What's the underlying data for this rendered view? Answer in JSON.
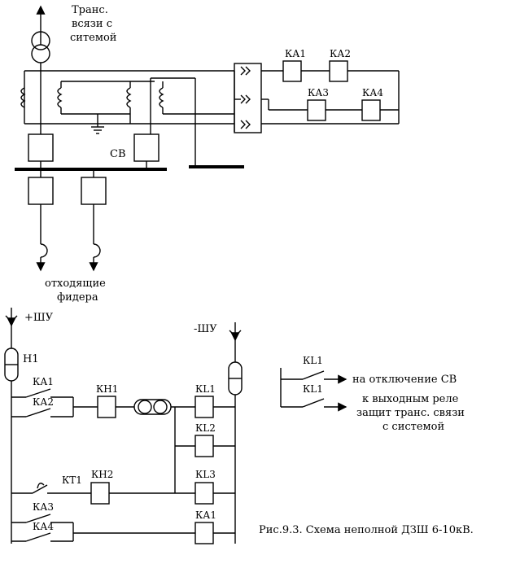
{
  "labels": {
    "trans_line1": "Транс.",
    "trans_line2": "всязи с",
    "trans_line3": "ситемой",
    "sv": "СВ",
    "ka1": "КА1",
    "ka2": "КА2",
    "ka3": "КА3",
    "ka4": "КА4",
    "feeders_line1": "отходящие",
    "feeders_line2": "фидера",
    "plus_shu": "+ШУ",
    "minus_shu": "-ШУ",
    "h1": "Н1",
    "c_ka1": "КА1",
    "c_ka2": "КА2",
    "c_ka3": "КА3",
    "c_ka4": "КА4",
    "kh1": "КН1",
    "kh2": "КН2",
    "kt1": "КТ1",
    "kl1": "КL1",
    "kl2": "КL2",
    "kl3": "КL3",
    "ka1_bottom": "КА1",
    "out_kl1_a": "КL1",
    "out_kl1_b": "КL1",
    "out_text1": "на отключение СВ",
    "out_text2_line1": "к выходным реле",
    "out_text2_line2": "защит транс. связи",
    "out_text2_line3": "с системой"
  },
  "caption": "Рис.9.3. Схема неполной ДЗШ 6-10кВ."
}
